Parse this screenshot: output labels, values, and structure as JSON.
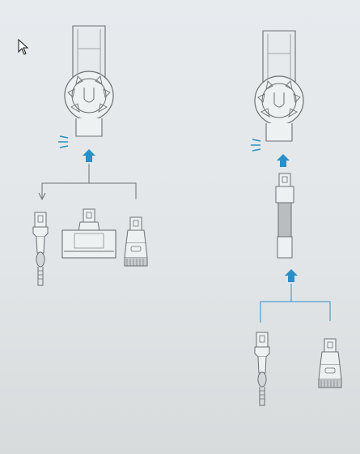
{
  "document": {
    "type": "vacuum-attachment-instruction-sheet",
    "colors": {
      "paper": "#e4e8ea",
      "line": "#6b6f72",
      "accent": "#2a8fc7"
    },
    "panels": [
      {
        "id": "left",
        "content": [
          "handheld-body",
          "click-arrow",
          "attachment-options"
        ],
        "attachments": [
          "crevice-tool",
          "mini-motorized-head",
          "combination-brush"
        ]
      },
      {
        "id": "right",
        "content": [
          "handheld-body",
          "click-arrow",
          "extension-hose",
          "click-arrow",
          "attachment-options"
        ],
        "attachments": [
          "crevice-tool",
          "combination-brush"
        ]
      }
    ],
    "cursor_icon": "arrow-pointer-icon"
  }
}
